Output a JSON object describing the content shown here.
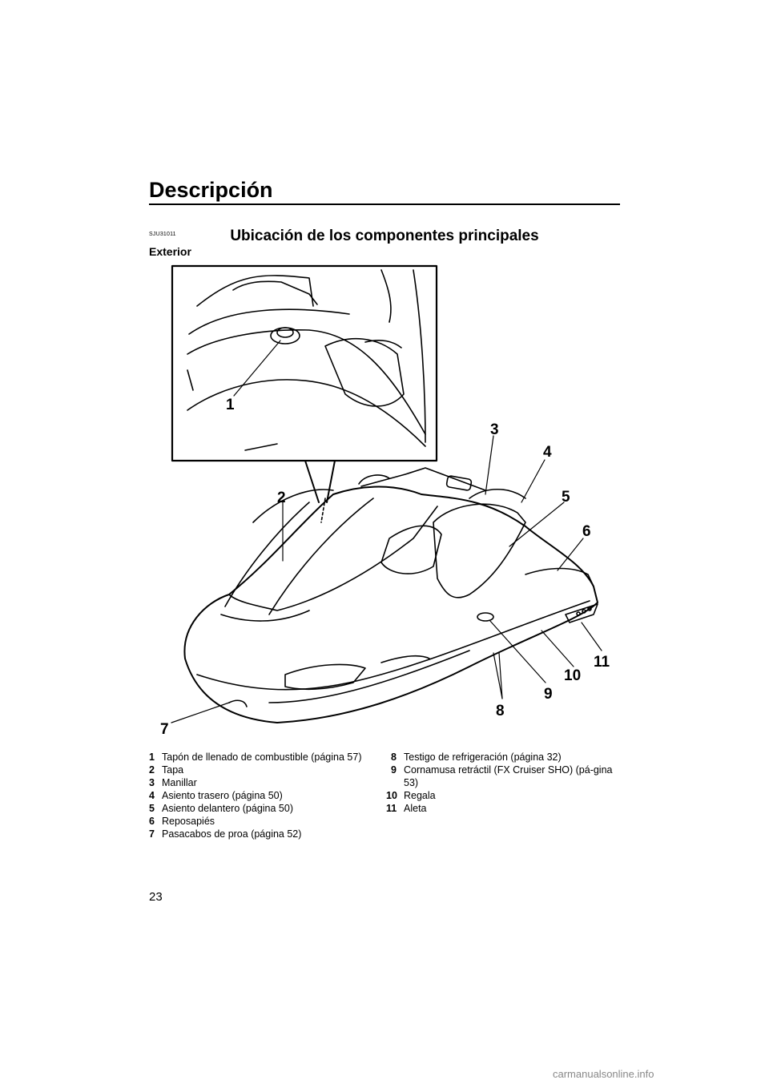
{
  "header": {
    "title": "Descripción"
  },
  "section": {
    "code": "SJU31011",
    "heading": "Ubicación de los componentes principales",
    "subheading": "Exterior"
  },
  "figure": {
    "callouts": [
      "1",
      "2",
      "3",
      "4",
      "5",
      "6",
      "7",
      "8",
      "9",
      "10",
      "11"
    ]
  },
  "legend": {
    "left": [
      {
        "num": "1",
        "text": "Tapón de llenado de combustible (página 57)"
      },
      {
        "num": "2",
        "text": "Tapa"
      },
      {
        "num": "3",
        "text": "Manillar"
      },
      {
        "num": "4",
        "text": "Asiento trasero (página 50)"
      },
      {
        "num": "5",
        "text": "Asiento delantero (página 50)"
      },
      {
        "num": "6",
        "text": "Reposapiés"
      },
      {
        "num": "7",
        "text": "Pasacabos de proa (página 52)"
      }
    ],
    "right": [
      {
        "num": "8",
        "text": "Testigo de refrigeración (página 32)"
      },
      {
        "num": "9",
        "text": "Cornamusa retráctil (FX Cruiser SHO) (pá-gina 53)"
      },
      {
        "num": "10",
        "text": "Regala"
      },
      {
        "num": "11",
        "text": "Aleta"
      }
    ]
  },
  "footer": {
    "page_number": "23",
    "watermark": "carmanualsonline.info"
  }
}
